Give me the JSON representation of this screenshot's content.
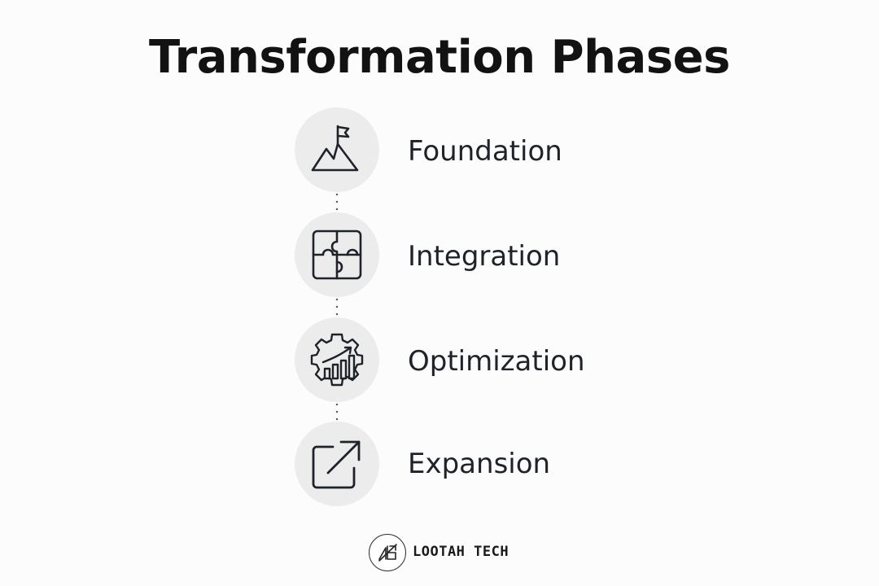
{
  "title": "Transformation Phases",
  "phases": [
    {
      "label": "Foundation",
      "icon": "mountain-flag-icon"
    },
    {
      "label": "Integration",
      "icon": "puzzle-icon"
    },
    {
      "label": "Optimization",
      "icon": "gear-growth-chart-icon"
    },
    {
      "label": "Expansion",
      "icon": "external-arrow-icon"
    }
  ],
  "footer": {
    "brand": "LOOTAH TECH",
    "logo_icon": "lootah-tech-logo-icon"
  },
  "colors": {
    "background": "#fcfcfc",
    "circle": "#ececec",
    "text": "#1f2329",
    "title": "#121212"
  }
}
